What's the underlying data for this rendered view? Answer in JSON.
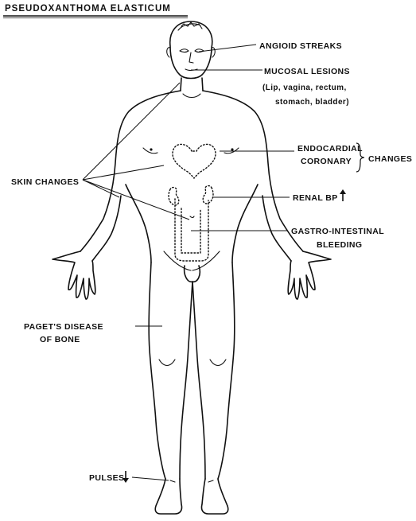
{
  "title": "PSEUDOXANTHOMA ELASTICUM",
  "labels": {
    "angioid_streaks": "ANGIOID STREAKS",
    "mucosal_lesions": "MUCOSAL LESIONS",
    "mucosal_detail_1": "(Lip, vagina, rectum,",
    "mucosal_detail_2": "stomach, bladder)",
    "endocardial": "ENDOCARDIAL",
    "coronary": "CORONARY",
    "changes": "CHANGES",
    "skin_changes": "SKIN CHANGES",
    "renal_bp": "RENAL BP",
    "gi_1": "GASTRO-INTESTINAL",
    "gi_2": "BLEEDING",
    "paget_1": "PAGET'S DISEASE",
    "paget_2": "OF BONE",
    "pulses": "PULSES"
  }
}
